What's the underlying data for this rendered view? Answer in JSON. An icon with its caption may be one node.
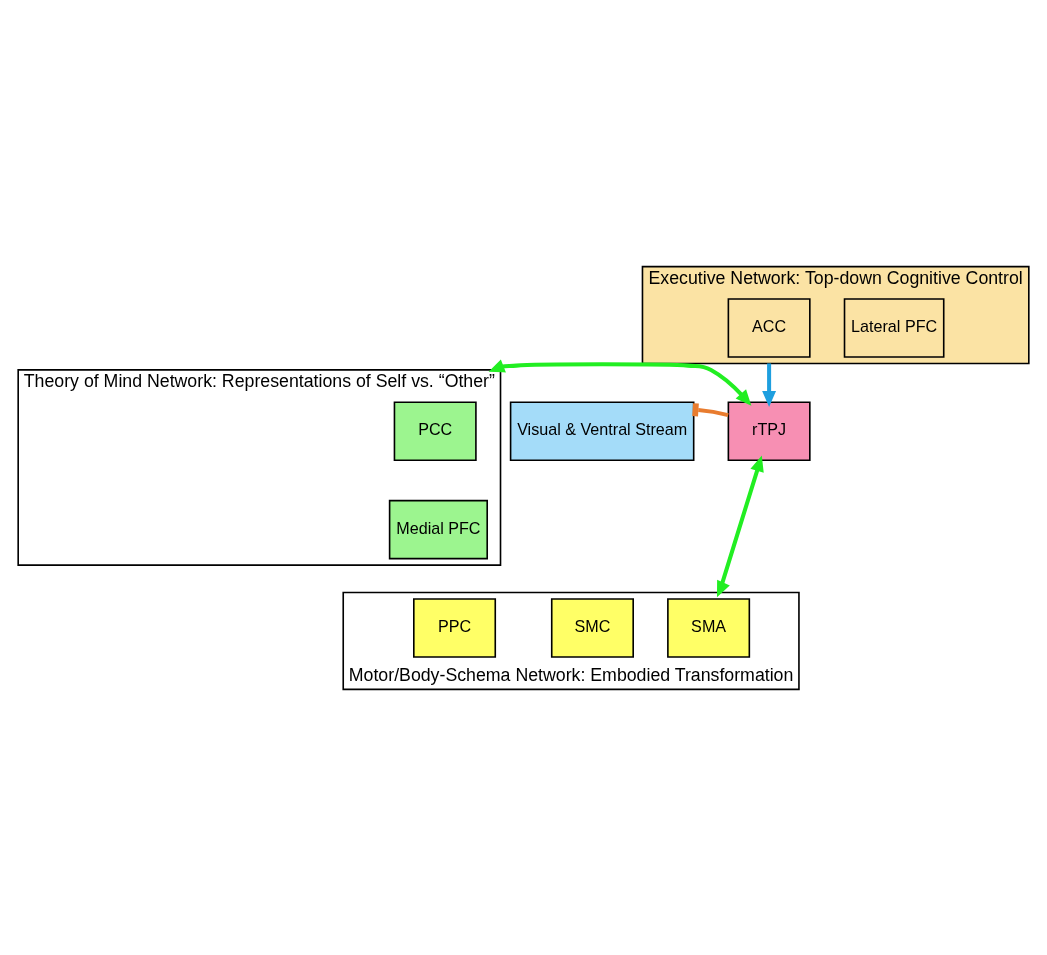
{
  "diagram": {
    "nodes": [
      {
        "text": [
          "Executive Network: Top-down Cognitive Control"
        ]
      },
      {
        "text": [
          "ACC"
        ],
        "in": 0
      },
      {
        "text": [
          "Lateral PFC"
        ],
        "in": 0
      },
      {
        "text": [
          "Visual & Ventral Stream"
        ]
      },
      {
        "text": [
          "rTPJ"
        ]
      },
      {
        "text": [
          "Theory of Mind Network: Representations of Self vs. “Other”"
        ]
      },
      {
        "text": [
          "PCC"
        ],
        "in": 5
      },
      {
        "text": [
          "Medial PFC"
        ],
        "in": 5
      },
      {
        "text": [
          "Motor/Body-Schema Network: Embodied Transformation"
        ]
      },
      {
        "text": [
          "SMC"
        ],
        "in": 8
      },
      {
        "text": [
          "SMA"
        ],
        "in": 8
      },
      {
        "text": [
          "PPC"
        ],
        "in": 8
      }
    ],
    "edges": [
      {
        "from": 0,
        "to": 4,
        "arrow": "to",
        "color": "#1e9fdf"
      },
      {
        "from": 4,
        "to": 3,
        "arrow": "other",
        "color": "#e87c2f"
      },
      {
        "from": 4,
        "to": 5,
        "arrow": "both",
        "color": "#22ee22"
      },
      {
        "from": 4,
        "to": 8,
        "arrow": "both",
        "color": "#22ee22"
      }
    ]
  }
}
